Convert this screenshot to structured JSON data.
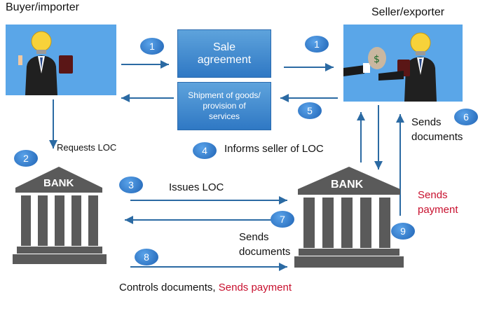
{
  "parties": {
    "buyer": "Buyer/importer",
    "seller": "Seller/exporter"
  },
  "boxes": {
    "sale_line1": "Sale",
    "sale_line2": "agreement",
    "ship_line1": "Shipment of goods/",
    "ship_line2": "provision of",
    "ship_line3": "services"
  },
  "banks": {
    "buyer_bank": "BANK",
    "seller_bank": "BANK"
  },
  "badges": {
    "b1a": "1",
    "b1b": "1",
    "b2": "2",
    "b3": "3",
    "b4": "4",
    "b5": "5",
    "b6": "6",
    "b7": "7",
    "b8": "8",
    "b9": "9"
  },
  "steps": {
    "requests_loc": "Requests LOC",
    "informs_seller": "Informs seller of LOC",
    "issues_loc": "Issues LOC",
    "sends_documents_1": "Sends",
    "sends_documents_2": "documents",
    "sends_documents_b_1": "Sends",
    "sends_documents_b_2": "documents",
    "sends_payment_1": "Sends",
    "sends_payment_2": "payment",
    "controls_documents": "Controls documents,",
    "controls_payment": "Sends payment"
  },
  "colors": {
    "panel": "#5aa6e8",
    "arrow": "#2b6aa3",
    "box": "#3b86cf",
    "payment_red": "#c8102e",
    "bank_gray": "#5a5a5a"
  }
}
